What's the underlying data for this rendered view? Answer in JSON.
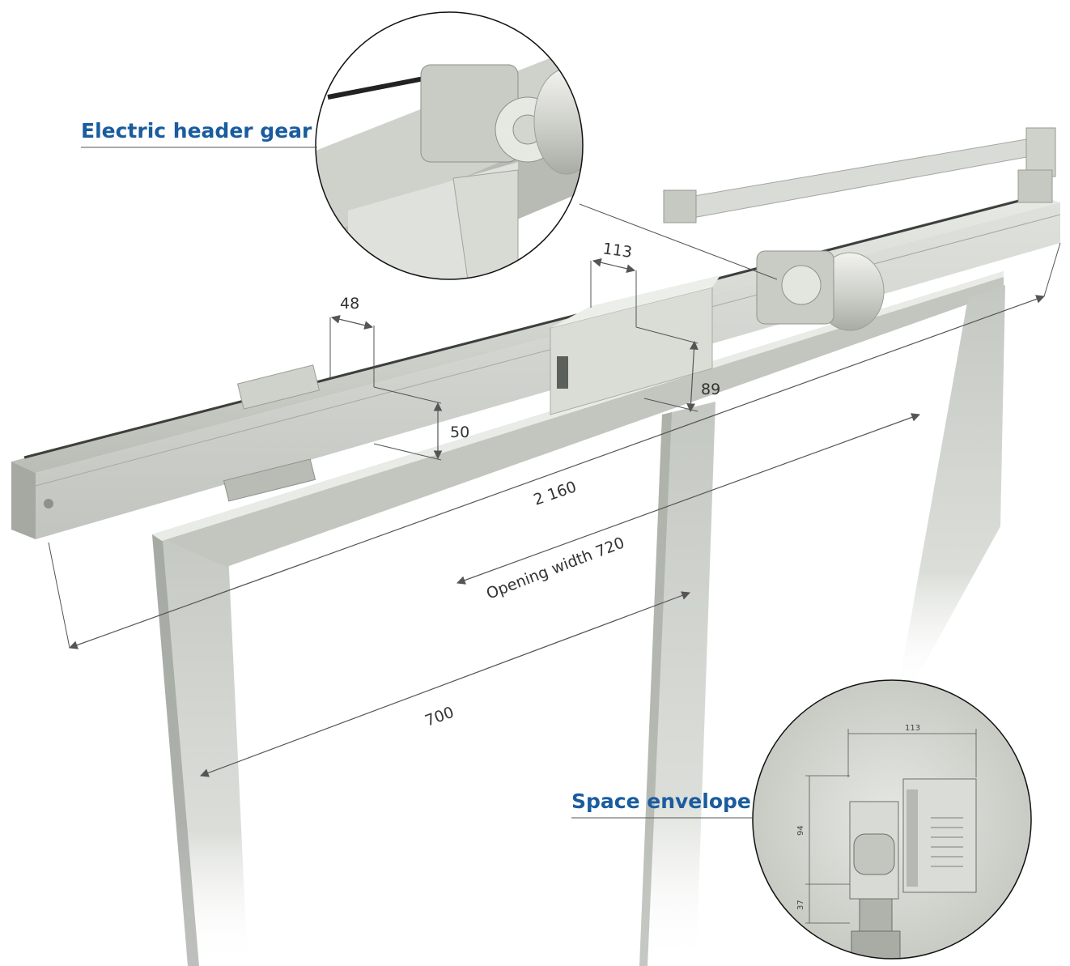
{
  "callouts": {
    "header_gear": "Electric header gear",
    "space_envelope": "Space envelope"
  },
  "dimensions": {
    "rail_width": "48",
    "rail_height": "50",
    "box_width": "113",
    "box_height": "89",
    "total_length": "2 160",
    "opening_width": "Opening width 720",
    "leaf_width": "700"
  },
  "inset_dimensions": {
    "width": "113",
    "height_upper": "94",
    "height_lower": "37"
  },
  "colors": {
    "callout_text": "#1a5c9e",
    "aluminium": "#c9ccc6",
    "dimension_line": "#555555"
  }
}
